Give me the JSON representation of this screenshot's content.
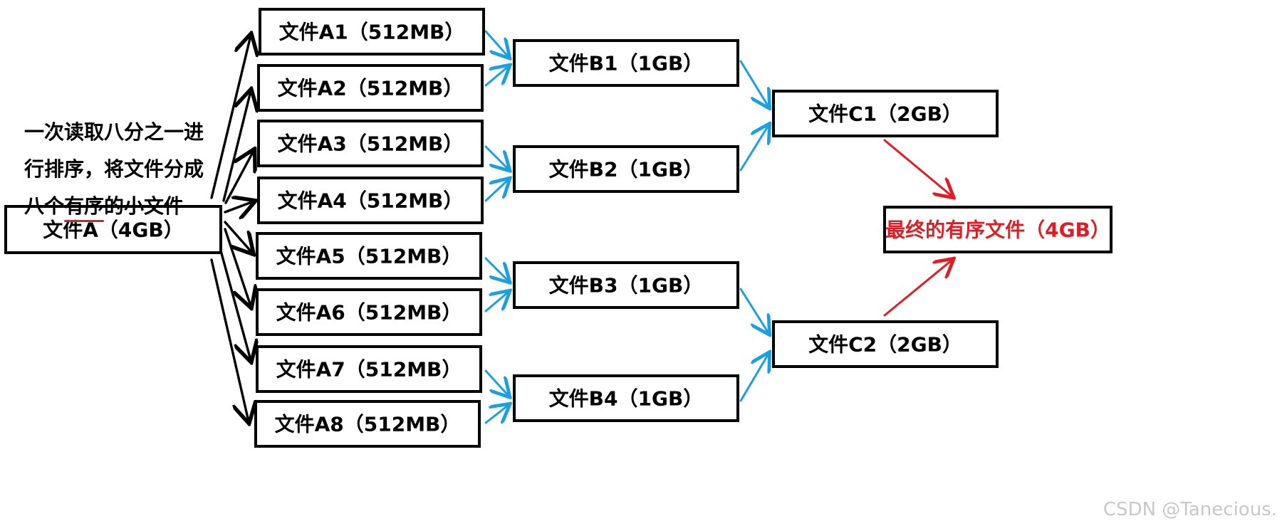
{
  "source": {
    "label": "文件A（4GB）"
  },
  "note": {
    "line1": "一次读取八分之一进",
    "line2": "行排序，将文件分成",
    "line3_pre": "八个",
    "line3_mark": "有序",
    "line3_post": "的小文件"
  },
  "level_a": [
    "文件A1（512MB）",
    "文件A2（512MB）",
    "文件A3（512MB）",
    "文件A4（512MB）",
    "文件A5（512MB）",
    "文件A6（512MB）",
    "文件A7（512MB）",
    "文件A8（512MB）"
  ],
  "level_b": [
    "文件B1（1GB）",
    "文件B2（1GB）",
    "文件B3（1GB）",
    "文件B4（1GB）"
  ],
  "level_c": [
    "文件C1（2GB）",
    "文件C2（2GB）"
  ],
  "final": {
    "label": "最终的有序文件（4GB）"
  },
  "watermark": "CSDN @Tanecious.",
  "colors": {
    "box_border": "#000000",
    "split_arrow": "#000000",
    "merge_arrow": "#1a9fe0",
    "final_arrow": "#e11d24",
    "final_text": "#e11d24"
  }
}
